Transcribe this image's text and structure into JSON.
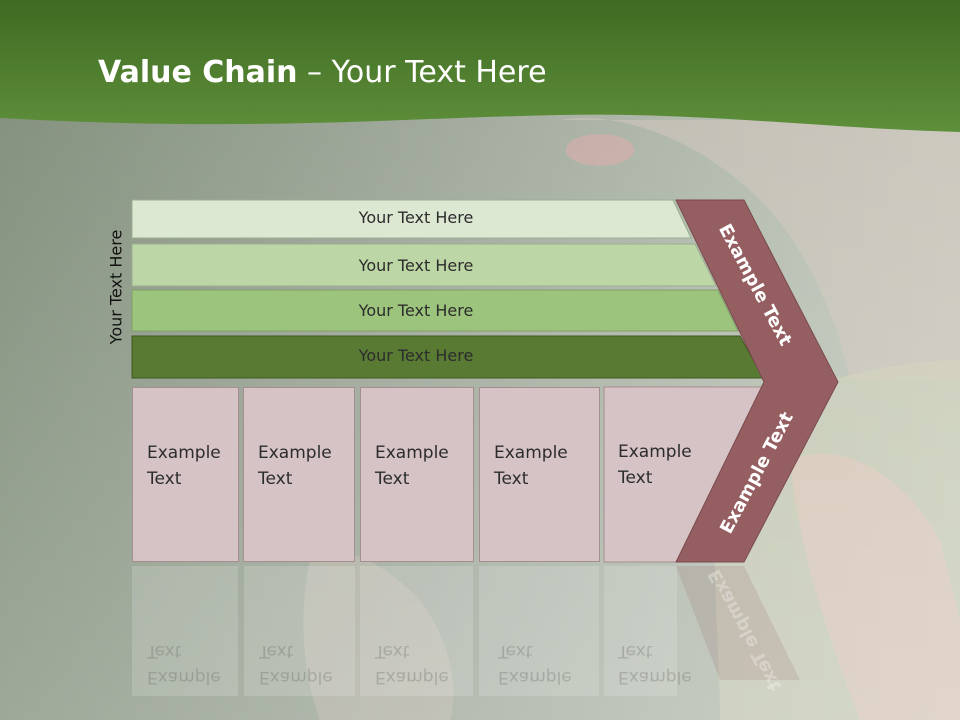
{
  "title": {
    "bold": "Value Chain",
    "rest": " – Your Text Here"
  },
  "side_label": "Your Text Here",
  "rows": [
    {
      "label": "Your Text Here",
      "color": "#dde8d2"
    },
    {
      "label": "Your Text Here",
      "color": "#bcd6a6"
    },
    {
      "label": "Your Text Here",
      "color": "#9cc47c"
    },
    {
      "label": "Your Text Here",
      "color": "#587a32"
    }
  ],
  "boxes": [
    {
      "line1": "Example",
      "line2": "Text"
    },
    {
      "line1": "Example",
      "line2": "Text"
    },
    {
      "line1": "Example",
      "line2": "Text"
    },
    {
      "line1": "Example",
      "line2": "Text"
    },
    {
      "line1": "Example",
      "line2": "Text"
    }
  ],
  "chevron": {
    "upper": "Example Text",
    "lower": "Example Text",
    "color": "#955f62"
  },
  "colors": {
    "header": "#4d7b2c",
    "box_fill": "#d6c3c5"
  }
}
